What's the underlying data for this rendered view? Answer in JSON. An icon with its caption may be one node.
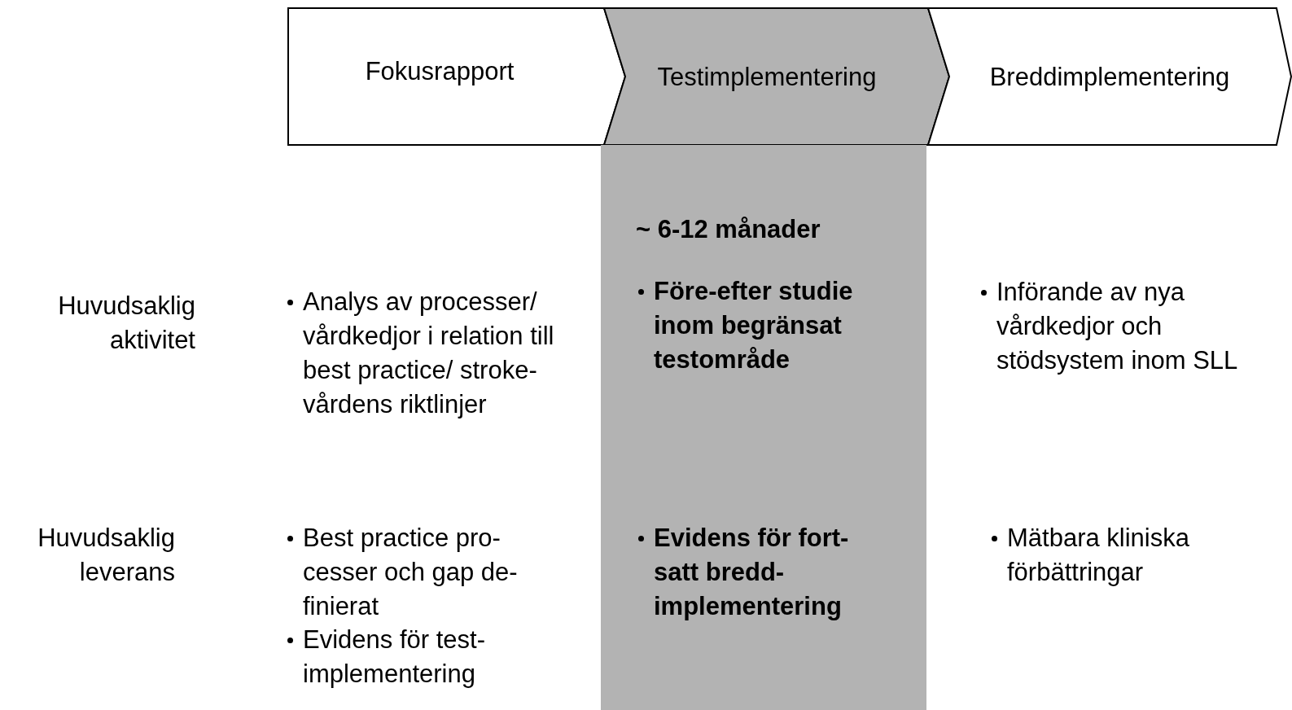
{
  "diagram": {
    "nodes": [
      {
        "text": [
          "Fokusrapport"
        ]
      },
      {
        "text": [
          "Testimplementering"
        ]
      },
      {
        "text": [
          "Breddimplementering"
        ]
      },
      {
        "text": [
          "~ 6-12 månader",
          "Före-efter studie inom begränsat testområde",
          "Evidens för fort- satt bredd- implementering"
        ]
      }
    ],
    "labels": [
      "Huvudsaklig aktivitet",
      "Analys av processer/ vårdkedjor i relation till best practice/ stroke-vårdens riktlinjer",
      "Införande av nya vårdkedjor och stödsystem inom SLL",
      "Huvudsaklig leverans",
      "Best practice pro- cesser och gap de- finierat",
      "Evidens för test- implementering",
      "Mätbara kliniska förbättringar"
    ]
  }
}
